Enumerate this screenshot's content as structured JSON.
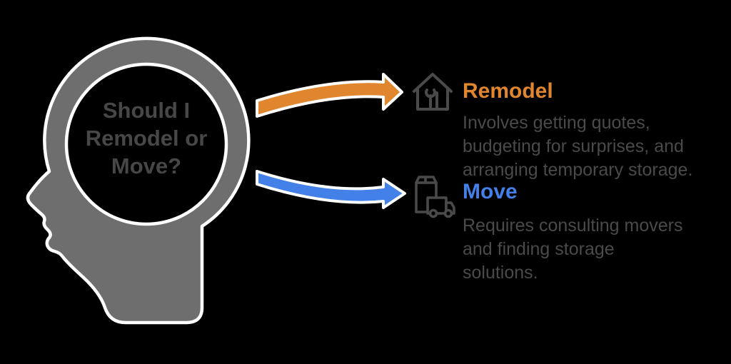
{
  "figure": {
    "question": {
      "full_text": "Should I Remodel or Move?",
      "lines": [
        "Should I",
        "Remodel or",
        "Move?"
      ]
    },
    "options": [
      {
        "label": "Remodel",
        "icon": "house-wrench-icon",
        "accent_color": "#E0862E",
        "description_full": "Involves getting quotes, budgeting for surprises, and arranging temporary storage.",
        "description_lines": [
          "Involves getting quotes,",
          "budgeting for surprises, and",
          "arranging temporary storage."
        ]
      },
      {
        "label": "Move",
        "icon": "moving-truck-icon",
        "accent_color": "#4380E8",
        "description_full": "Requires consulting movers and finding storage solutions.",
        "description_lines": [
          "Requires consulting movers",
          "and finding storage",
          "solutions."
        ]
      }
    ],
    "colors": {
      "background": "#000000",
      "head_silhouette_fill": "#6E6E6E",
      "outline_white": "#FFFFFF",
      "body_text_gray": "#4A4A4A",
      "question_text_gray": "#474747",
      "remodel_orange": "#E0862E",
      "move_blue": "#4380E8",
      "icon_stroke_gray": "#4A4A4A"
    }
  }
}
